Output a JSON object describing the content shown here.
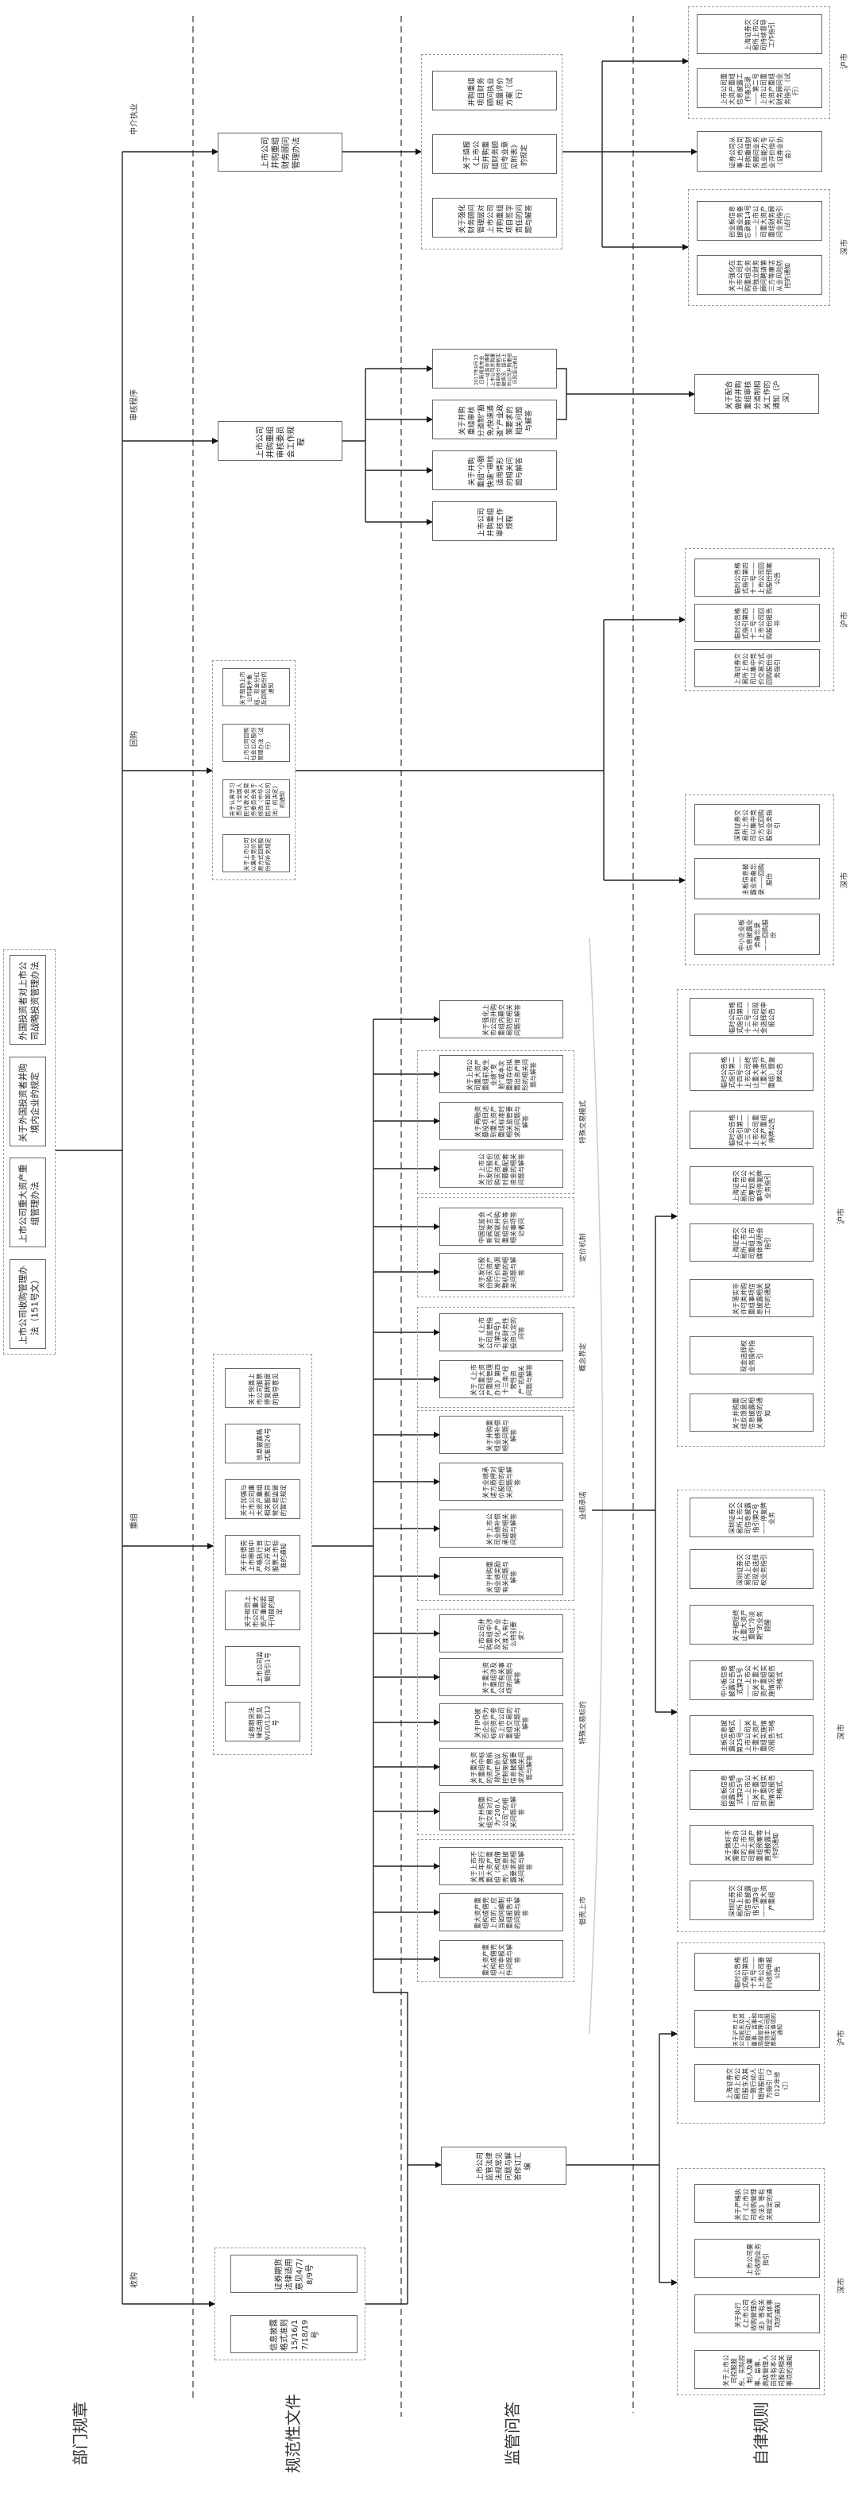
{
  "zones": {
    "department_rules": "部门规章",
    "normative_docs": "规范性文件",
    "regulatory_qa": "监管问答",
    "self_regulatory": "自律规则"
  },
  "branches": {
    "intermediary": "中介执业",
    "review": "审核程序",
    "repurchase": "回购",
    "restructuring": "重组",
    "acquisition": "收购"
  },
  "markets": {
    "sh": "沪市",
    "sz": "深市"
  },
  "department_rules": [
    "外国投资者对上市公司战略投资管理办法",
    "关于外国投资者并购境内企业的规定",
    "上市公司重大资产重组管理办法",
    "上市公司收购管理办法（151号文）"
  ],
  "intermediary": {
    "normative": "上市公司并购重组财务顾问管理办法",
    "qa": [
      "并购重组项目财务顾问执业质量评价方案（试行）",
      "关于填报《上市公司并购重组财务顾问专业意见附表》的规定",
      "关于强化财务顾问管理层对上市公司并购重组项目签字责任的问题与解答"
    ],
    "self_sh": [
      "上海证券交易所上市公司持续督导工作指引",
      "上市公司重大资产重组信息披露工作备忘录——第二号 上市公司重大资产重组财务顾问业务指引（试行）"
    ],
    "self_assoc": "证券公司从事上市公司并购重组财务顾问业务执业能力专业评价指引（证券业协会）",
    "self_sz": [
      "创业板信息披露业务备忘录第14号——上市公司重大资产重组财务顾问业务指引（试行）",
      "关于强化在上市公司并购重组业务中独立财务顾问聘请第三方等廉洁从业风险防控的通知"
    ]
  },
  "review": {
    "normative": "上市公司并购重组审核委员会工作规程",
    "qa": [
      "2017年9月13日新闻发布会——证监会通报上市公司并购重组审核分道制实施情况、提示上市公司并购重组风险答记者问",
      "关于并购重组审核分道制“豁免/快速通道”产业政策要求的相关问题与解答",
      "关于并购重组“小额快速”审核适用情形的相关问题与解答",
      "上市公司并购重组审核工作规程"
    ],
    "self": "关于配合做好并购重组审核分道制相关工作的通知（沪深）"
  },
  "repurchase": {
    "normative": [
      "关于鼓励上市公司兼并重组、现金分红及回购股份的通知",
      "上市公司回购社会公众股份管理办法（试行）",
      "关于认真学习贯彻《全国人民代表大会常务委员会关于修改〈中华人民共和国公司法〉的决定》的通知",
      "关于上市公司以集中竞价交易方式回购股份的补充规定"
    ],
    "self_sh": [
      "临时公告格式指引第四十一号——上市公司回购股份预案公告",
      "临时公告格式指引第四十二号——上市公司回购股份报告书",
      "上海证券交易所上市公司以集中竞价交易方式回购股份业务指引"
    ],
    "self_sz": [
      "深圳证券交易所上市公司以集中竞价方式回购股份业务指引",
      "主板信息披露业务备忘录——回购股份",
      "中小企业板信息披露业务备忘录——回购股份"
    ]
  },
  "restructuring": {
    "normative": [
      "关于完善上市公司股票停复牌制度的指导意见",
      "信息披露格式准则26号",
      "关于加强与上市公司重大资产重组相关股票异常交易监管的暂行规定",
      "关于在借壳上市审核中严格执行首次公开发行股票上市标准的通知",
      "关于规范上市公司重大资产重组若干问题的规定",
      "上市公司监管指引1号",
      "证券期货法律适用意见9/10/11/12号"
    ],
    "qa_single": "关于强化上市公司并购重组内幕交易防控相关问题与解答",
    "qa_groups": [
      {
        "label": "特殊交易模式",
        "items": [
          "关于上市公司重大资产重组前发生业绩“变脸”或本次重组存在拟置出资产情形的相关问题与解答",
          "关于再融资募投项目达到重大资产重组标准时相关监管要求的问题与解答",
          "关于上市公司发行股份购买资产同时募集配套资金的相关问题与解答"
        ]
      },
      {
        "label": "定价机制",
        "items": [
          "中国证监会新闻发言人邓舸就并购重组定价等相关事项答记者问",
          "关于发行股份购买资产发行价格调整机制的相关问题与解答"
        ]
      },
      {
        "label": "概念界定",
        "items": [
          "关于《上市公司监管指引第2号》有关财务性投资认定的问答",
          "关于《上市公司重大资产重组管理办法》第四十三条“经营性资产”的相关问题与解答"
        ]
      },
      {
        "label": "业绩承诺",
        "items": [
          "关于并购重组业绩补偿相关问题与解答",
          "关于业绩承诺方质押对价股份的相关问题与解答",
          "关于上市公司业绩补偿承诺的相关问题与解答",
          "关于并购重组业绩奖励有关问题与解答"
        ]
      },
      {
        "label": "特殊交易标的",
        "items": [
          "上市公司并购重组中涉及文化产业的准入有什么特别要求？",
          "关于重大资产重组涉及公司有关事项的问题与解答",
          "关于IPO被否企业作为标的资产参与上市公司重组交易的相关问题与解答",
          "关于重大资产重组中标的资产曾拆除VIE协议控制架构的信息披露要求的相关问题与解答",
          "关于并购重组交易对方为“200人公司”的相关问题与解答"
        ]
      },
      {
        "label": "借壳上市",
        "items": [
          "关于上市不满三年进行重大资产重组（构成借壳）信息披露要求的相关问题与解答",
          "重大资产重组构成借壳上市的，应当如何编制重组报告书的问题与解答",
          "重大资产重组构成借壳上市申报文件问题与解答"
        ]
      }
    ],
    "self_sh": [
      "临时公告格式指引第四十三号——上市公司现金选择权申报公告",
      "临时公告格式指引第二十四号——上市公司终止重大事项（重大资产重组）暨复牌公告",
      "临时公告格式指引第二十三号——上市公司重大资产重组停牌公告",
      "上海证券交易所上市公司筹划重大事项停复牌业务指引",
      "上海证券交易所上市公司重组上市媒体说明会指引",
      "关于落实非许可类并购重组事项信息披露相关工作的通知",
      "现金选择权业务操作指引",
      "关于并购重组反馈意见信息披露相关事项的通知"
    ],
    "self_sz": [
      "深圳证券交易所上市公司信息披露指引第2号——停复牌业务",
      "深圳证券交易所上市公司现金选择权业务指引",
      "关于缩短终止重大资产重组“冷淡期”的业务提醒",
      "中小板信息披露公告格式第25号——上市公司关于重大资产重组实施情况报告书格式",
      "主板信息披露公告格式第25号——上市公司关于重大资产重组实施情况报告书格式",
      "创业板信息披露公告格式第25号——上市公司关于重大资产重组实施情况报告书格式",
      "关于做好不需要行政许可的上市公司重大资产重组预案等直通披露工作的通知",
      "深圳证券交易所上市公司信息披露指引第3号——重大资产重组"
    ]
  },
  "acquisition": {
    "normative": [
      "证券期货法律适用意见4/7/8/9号",
      "信息披露格式准则15/16/17/18/19号"
    ],
    "qa": "上市公司监管法律法规常见问题与解答修订汇编",
    "self_sh": [
      "临时公告格式指引第四十五号——上市公司要约收购申报公告",
      "关于沪市上市公司股东及其一致行动人、董事、监事和高级管理人员增持本公司股票相关事项的通知",
      "上海证券交易所上市公司股东及其一致行动人增持股份行为指引（2012年修订）"
    ],
    "self_sz": [
      "关于严格执行《上市公司收购管理办法》等有关规定的通知",
      "上市公司要约收购业务指引",
      "关于执行《上市公司收购管理办法》等有关规定具体事项的通知",
      "关于上市公司控股股东、实际控制人及董事、监事、高级管理人员持有本公司股份相关事项的通知"
    ]
  }
}
